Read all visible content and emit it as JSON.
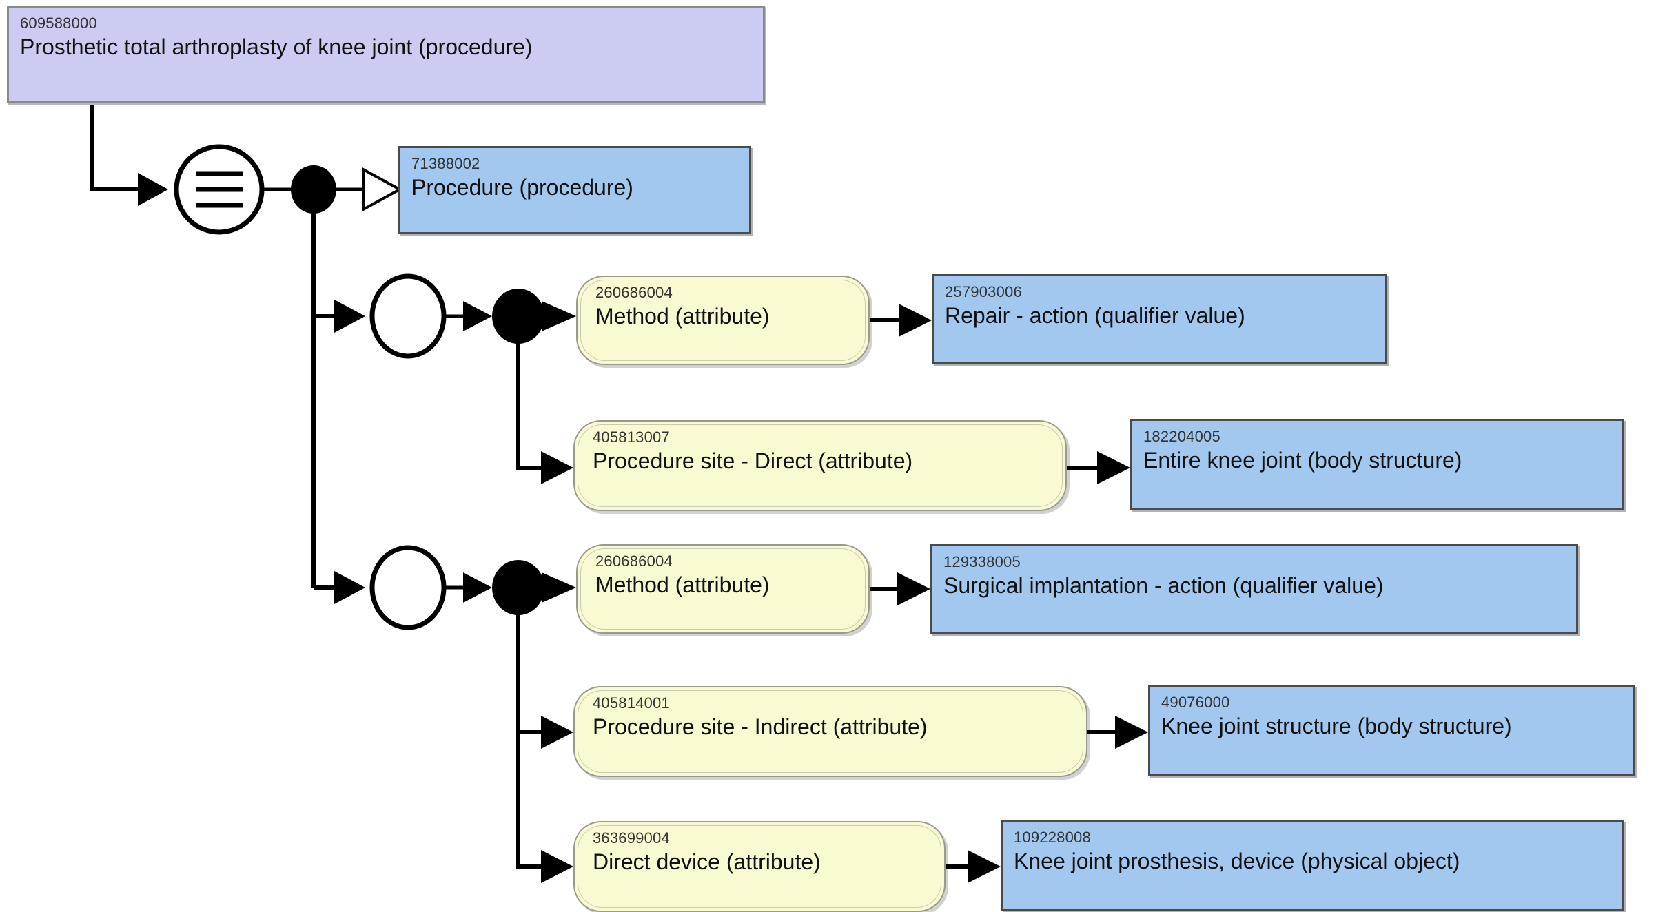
{
  "diagram": {
    "kind": "snomed-ct-concept-definition",
    "focus_concept": {
      "sctid": "609588000",
      "term": "Prosthetic total arthroplasty of knee joint (procedure)",
      "color": "#ccccf2",
      "definition_status": "sufficiently-defined"
    },
    "definition_status_node": {
      "icon": "equivalent-to-icon",
      "meaning": "Sufficiently defined concept"
    },
    "parents": [
      {
        "relation": "is-a",
        "sctid": "71388002",
        "term": "Procedure (procedure)",
        "color": "#a2c8f0"
      }
    ],
    "role_groups": [
      {
        "label": "role-group-1",
        "attributes": [
          {
            "attribute_sctid": "260686004",
            "attribute_term": "Method (attribute)",
            "value_sctid": "257903006",
            "value_term": "Repair - action (qualifier value)"
          },
          {
            "attribute_sctid": "405813007",
            "attribute_term": "Procedure site - Direct (attribute)",
            "value_sctid": "182204005",
            "value_term": "Entire knee joint (body structure)"
          }
        ]
      },
      {
        "label": "role-group-2",
        "attributes": [
          {
            "attribute_sctid": "260686004",
            "attribute_term": "Method (attribute)",
            "value_sctid": "129338005",
            "value_term": "Surgical implantation - action (qualifier value)"
          },
          {
            "attribute_sctid": "405814001",
            "attribute_term": "Procedure site - Indirect (attribute)",
            "value_sctid": "49076000",
            "value_term": "Knee joint structure (body structure)"
          },
          {
            "attribute_sctid": "363699004",
            "attribute_term": "Direct device (attribute)",
            "value_sctid": "109228008",
            "value_term": "Knee joint prosthesis, device (physical object)"
          }
        ]
      }
    ],
    "colors": {
      "focus_fill": "#ccccf2",
      "concept_fill": "#a2c8f0",
      "attribute_fill": "#fafad2",
      "line": "#000000"
    }
  }
}
